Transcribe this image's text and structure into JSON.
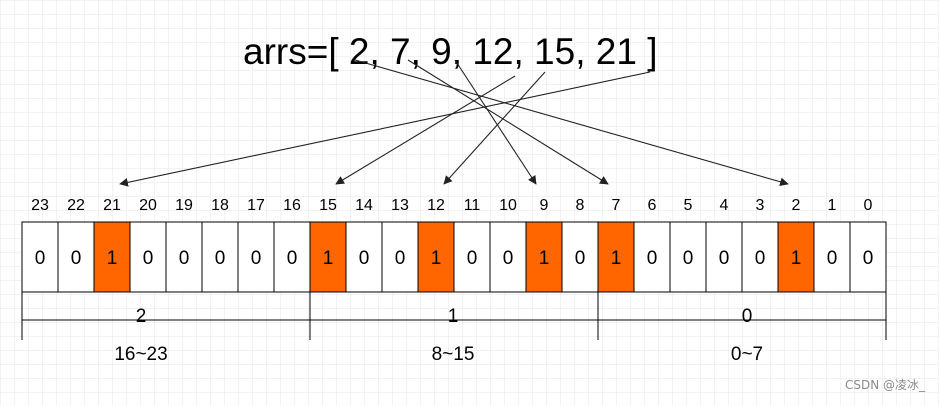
{
  "title": {
    "prefix": "arrs=[",
    "values": [
      "2",
      "7",
      "9",
      "12",
      "15",
      "21"
    ],
    "suffix": "]"
  },
  "bits": {
    "indices": [
      "23",
      "22",
      "21",
      "20",
      "19",
      "18",
      "17",
      "16",
      "15",
      "14",
      "13",
      "12",
      "11",
      "10",
      "9",
      "8",
      "7",
      "6",
      "5",
      "4",
      "3",
      "2",
      "1",
      "0"
    ],
    "values": [
      "0",
      "0",
      "1",
      "0",
      "0",
      "0",
      "0",
      "0",
      "1",
      "0",
      "0",
      "1",
      "0",
      "0",
      "1",
      "0",
      "1",
      "0",
      "0",
      "0",
      "0",
      "1",
      "0",
      "0"
    ]
  },
  "groups": [
    {
      "index": "2",
      "range": "16~23"
    },
    {
      "index": "1",
      "range": "8~15"
    },
    {
      "index": "0",
      "range": "0~7"
    }
  ],
  "colors": {
    "set_bit": "#ff6600",
    "grid": "#e6e6e6",
    "line": "#000000",
    "arrow": "#222222"
  },
  "watermark": "CSDN @凌冰_"
}
